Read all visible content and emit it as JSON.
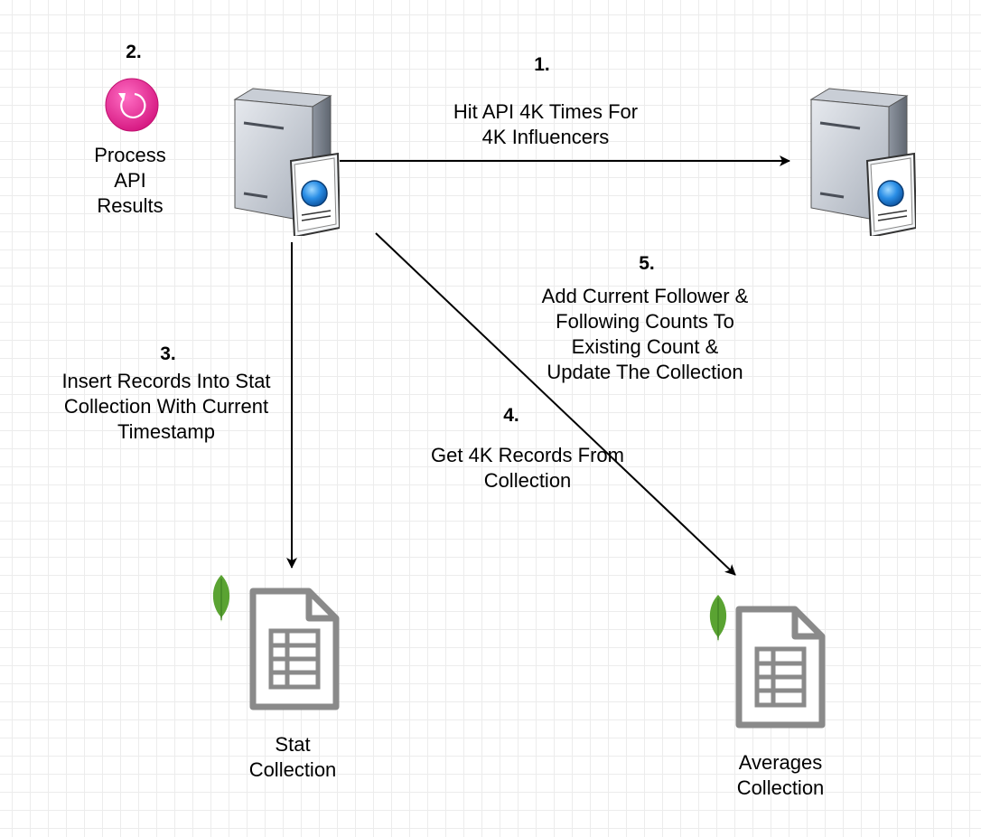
{
  "steps": {
    "s1": {
      "number": "1.",
      "text": "Hit API 4K Times For\n4K Influencers"
    },
    "s2": {
      "number": "2.",
      "text": "Process\nAPI\nResults"
    },
    "s3": {
      "number": "3.",
      "text": "Insert Records Into Stat\nCollection With Current\nTimestamp"
    },
    "s4": {
      "number": "4.",
      "text": "Get 4K Records From\nCollection"
    },
    "s5": {
      "number": "5.",
      "text": "Add Current Follower &\nFollowing Counts To\nExisting Count &\nUpdate The Collection"
    }
  },
  "collections": {
    "stat": "Stat\nCollection",
    "averages": "Averages\nCollection"
  },
  "icons": {
    "server_app": "server-icon",
    "server_api": "server-icon",
    "process": "refresh-process-icon",
    "mongo": "mongodb-leaf-icon",
    "collection": "spreadsheet-document-icon"
  },
  "colors": {
    "process_pink": "#e6288f",
    "mongo_green": "#5aa332",
    "doc_gray": "#8a8a8a",
    "arrow": "#000000"
  }
}
